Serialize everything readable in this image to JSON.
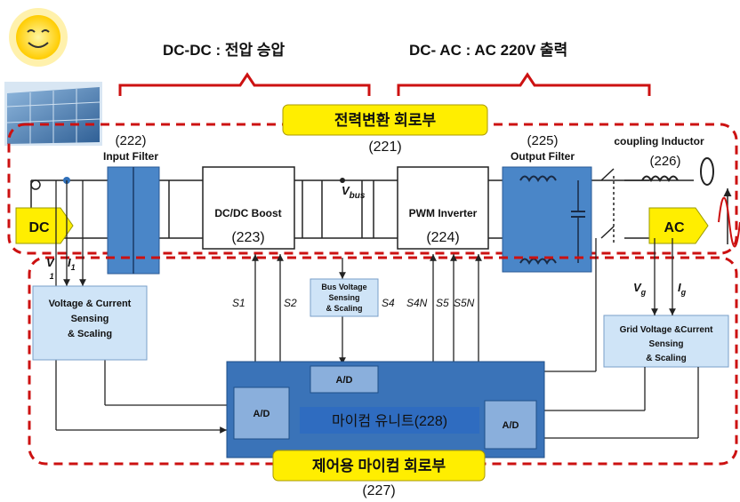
{
  "header": {
    "dcdc_label": "DC-DC : 전압 승압",
    "dcac_label": "DC- AC : AC 220V 출력"
  },
  "power_section": {
    "title": "전력변환 회로부",
    "ref": "(221)"
  },
  "blocks": {
    "input_filter": {
      "label": "Input Filter",
      "ref": "(222)"
    },
    "dcdc_boost": {
      "label": "DC/DC Boost",
      "ref": "(223)"
    },
    "pwm_inverter": {
      "label": "PWM Inverter",
      "ref": "(224)"
    },
    "output_filter": {
      "label": "Output Filter",
      "ref": "(225)"
    },
    "coupling_inductor": {
      "label": "coupling Inductor",
      "ref": "(226)"
    }
  },
  "sources": {
    "dc": "DC",
    "ac": "AC"
  },
  "signals": {
    "vbus_main": "V",
    "vbus_sub": "bus",
    "v1_main": "V",
    "v1_sub": "1",
    "i1_main": "I",
    "i1_sub": "1",
    "vg_main": "V",
    "vg_sub": "g",
    "ig_main": "I",
    "ig_sub": "g",
    "s1": "S1",
    "s2": "S2",
    "s4": "S4",
    "s4n": "S4N",
    "s5": "S5",
    "s5n": "S5N"
  },
  "sensing": {
    "vi": [
      "Voltage & Current",
      "Sensing",
      "& Scaling"
    ],
    "bus": [
      "Bus Voltage",
      "Sensing",
      "& Scaling"
    ],
    "grid": [
      "Grid Voltage &Current",
      "Sensing",
      "& Scaling"
    ]
  },
  "control": {
    "ad": "A/D",
    "micro": "마이컴 유니트(228)",
    "title": "제어용 마이컴 회로부",
    "ref": "(227)"
  },
  "colors": {
    "accent_red": "#cc1111",
    "yellow_label": "#ffee00",
    "micro_blue": "#3a73b8",
    "filter_blue": "#4a86c8",
    "sensing_bg": "#cfe4f7"
  }
}
